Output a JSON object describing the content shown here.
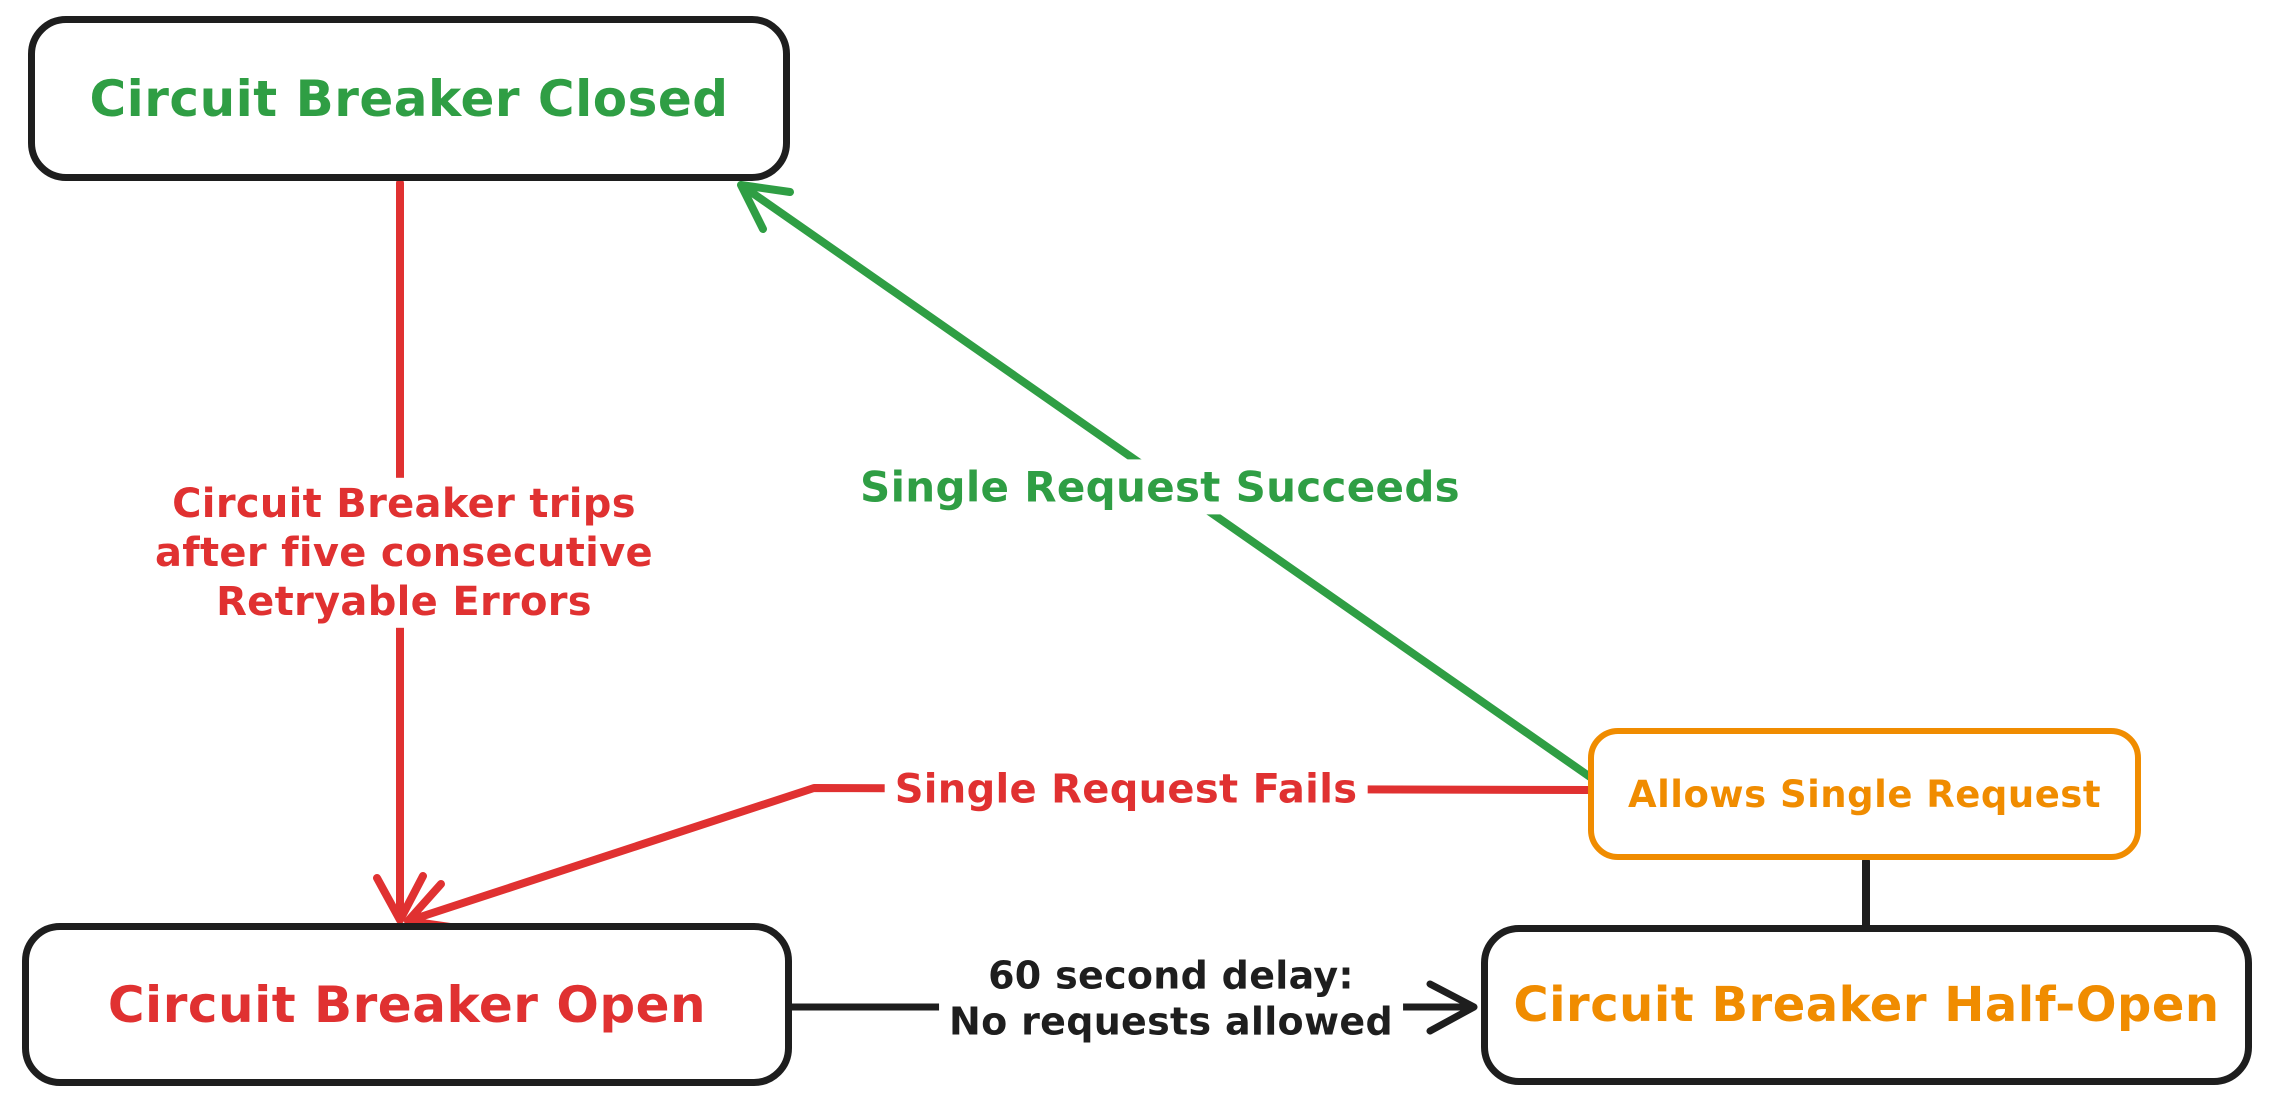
{
  "colors": {
    "ink": "#1e1e1e",
    "red": "#e03131",
    "green": "#2f9e44",
    "orange": "#f08c00",
    "background": "#ffffff"
  },
  "nodes": {
    "closed": {
      "label": "Circuit Breaker Closed"
    },
    "open": {
      "label": "Circuit Breaker Open"
    },
    "half_open": {
      "label": "Circuit Breaker Half-Open"
    },
    "allows": {
      "label": "Allows Single Request"
    }
  },
  "edges": {
    "trip": {
      "label": "Circuit Breaker trips\nafter five consecutive\nRetryable Errors"
    },
    "succeeds": {
      "label": "Single Request Succeeds"
    },
    "fails": {
      "label": "Single Request Fails"
    },
    "delay": {
      "label": "60 second delay:\nNo requests allowed"
    }
  }
}
